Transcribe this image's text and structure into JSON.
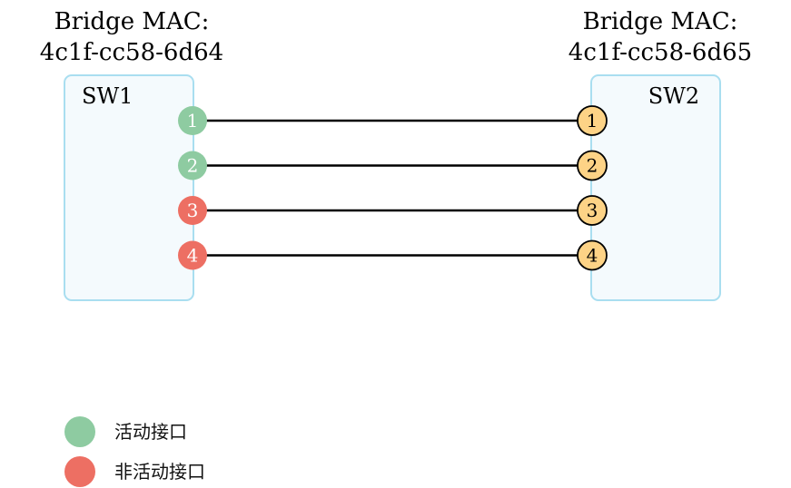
{
  "switches": [
    {
      "id": "sw1",
      "name": "SW1",
      "mac_label": "Bridge MAC:",
      "mac": "4c1f-cc58-6d64"
    },
    {
      "id": "sw2",
      "name": "SW2",
      "mac_label": "Bridge MAC:",
      "mac": "4c1f-cc58-6d65"
    }
  ],
  "links": [
    {
      "port": "1",
      "sw1_state": "active"
    },
    {
      "port": "2",
      "sw1_state": "active"
    },
    {
      "port": "3",
      "sw1_state": "inactive"
    },
    {
      "port": "4",
      "sw1_state": "inactive"
    }
  ],
  "legend": [
    {
      "state": "active",
      "label": "活动接口"
    },
    {
      "state": "inactive",
      "label": "非活动接口"
    }
  ],
  "colors": {
    "active": "#8ecba1",
    "inactive": "#ed6f63",
    "peer_port": "#fdd386",
    "switch_fill": "#f4fafd",
    "switch_border": "#a9def0",
    "link": "#000000"
  }
}
